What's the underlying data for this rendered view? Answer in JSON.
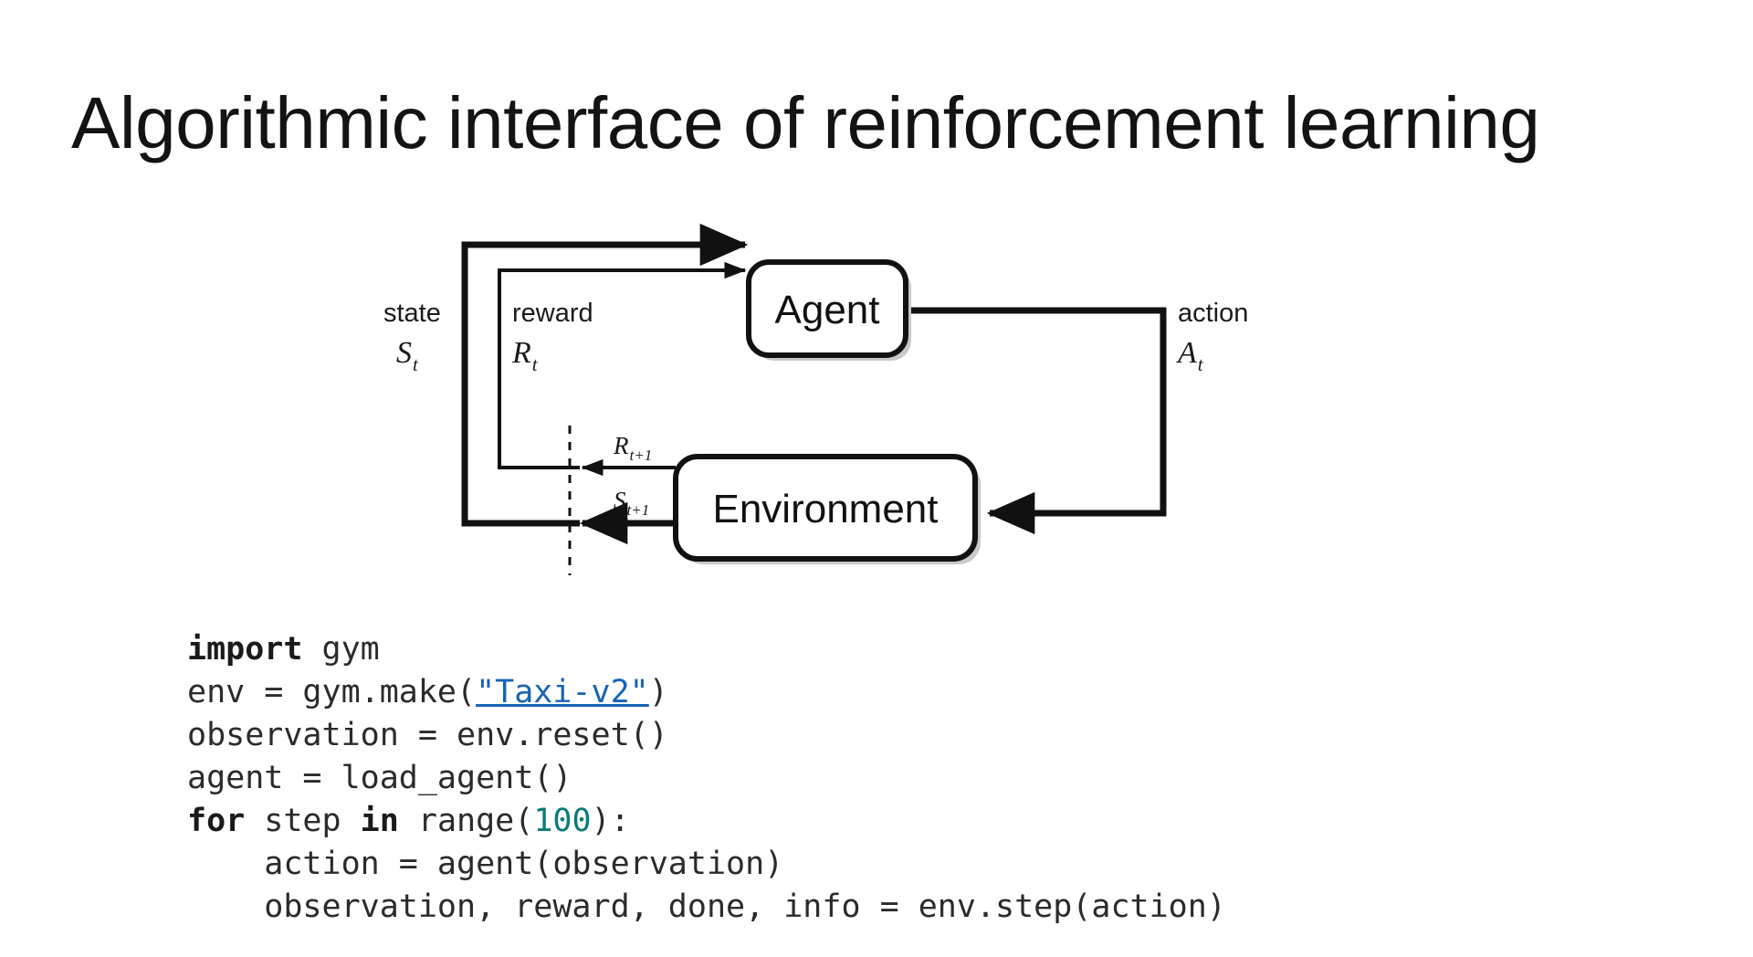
{
  "slide": {
    "title": "Algorithmic interface of reinforcement learning",
    "background_color": "#ffffff",
    "text_color": "#131313"
  },
  "diagram": {
    "name": "agent-environment-interaction-loop",
    "nodes": [
      {
        "id": "agent",
        "label": "Agent"
      },
      {
        "id": "environment",
        "label": "Environment"
      }
    ],
    "edges": [
      {
        "id": "state",
        "word": "state",
        "symbol": "S",
        "subscript": "t",
        "direction": "environment-to-agent"
      },
      {
        "id": "reward",
        "word": "reward",
        "symbol": "R",
        "subscript": "t",
        "direction": "environment-to-agent"
      },
      {
        "id": "action",
        "word": "action",
        "symbol": "A",
        "subscript": "t",
        "direction": "agent-to-environment"
      }
    ],
    "emitted": [
      {
        "id": "reward-next",
        "symbol": "R",
        "subscript": "t+1"
      },
      {
        "id": "state-next",
        "symbol": "S",
        "subscript": "t+1"
      }
    ],
    "time_boundary": "dashed-vertical-line"
  },
  "code": {
    "language": "python",
    "accent_link_color": "#1763b8",
    "accent_number_color": "#0b7b78",
    "lines": [
      [
        {
          "t": "import",
          "s": "kw"
        },
        {
          "t": " gym",
          "s": ""
        }
      ],
      [
        {
          "t": "env = gym.make(",
          "s": ""
        },
        {
          "t": "\"Taxi-v2\"",
          "s": "link"
        },
        {
          "t": ")",
          "s": ""
        }
      ],
      [
        {
          "t": "observation = env.reset()",
          "s": ""
        }
      ],
      [
        {
          "t": "agent = load_agent()",
          "s": ""
        }
      ],
      [
        {
          "t": "for",
          "s": "kw"
        },
        {
          "t": " step ",
          "s": ""
        },
        {
          "t": "in",
          "s": "kw"
        },
        {
          "t": " range(",
          "s": ""
        },
        {
          "t": "100",
          "s": "num"
        },
        {
          "t": "):",
          "s": ""
        }
      ],
      [
        {
          "t": "    action = agent(observation)",
          "s": ""
        }
      ],
      [
        {
          "t": "    observation, reward, done, info = env.step(action)",
          "s": ""
        }
      ]
    ]
  }
}
